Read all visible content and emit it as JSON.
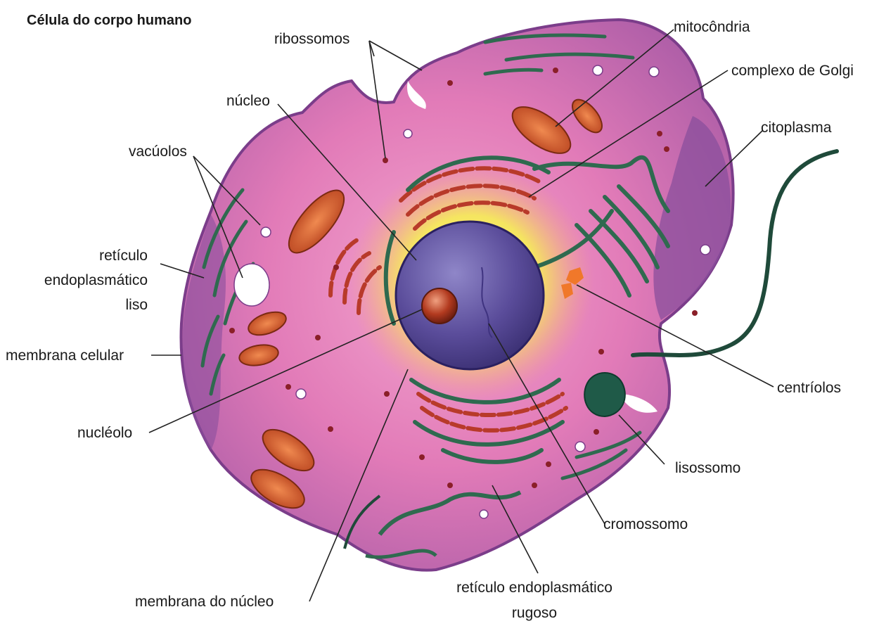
{
  "title": "Célula do corpo humano",
  "labels": {
    "ribossomos": "ribossomos",
    "mitocondria": "mitocôndria",
    "golgi": "complexo de Golgi",
    "nucleo": "núcleo",
    "citoplasma": "citoplasma",
    "vacuolos": "vacúolos",
    "rel_1": "retículo",
    "rel_2": "endoplasmático",
    "rel_3": "liso",
    "membrana_celular": "membrana celular",
    "centriolos": "centríolos",
    "nucleolo": "nucléolo",
    "lisossomo": "lisossomo",
    "cromossomo": "cromossomo",
    "membrana_nucleo": "membrana do núcleo",
    "rer_1": "retículo endoplasmático",
    "rer_2": "rugoso"
  },
  "colors": {
    "cell_pink": "#e27bb8",
    "cell_purple": "#8a4f9c",
    "nucleus": "#5a4c9a",
    "nucleolus": "#b23a1f",
    "mitochondria": "#c8532a",
    "er_green": "#2f6a4f",
    "er_red": "#b83a2a",
    "glow": "#f6ee55"
  }
}
